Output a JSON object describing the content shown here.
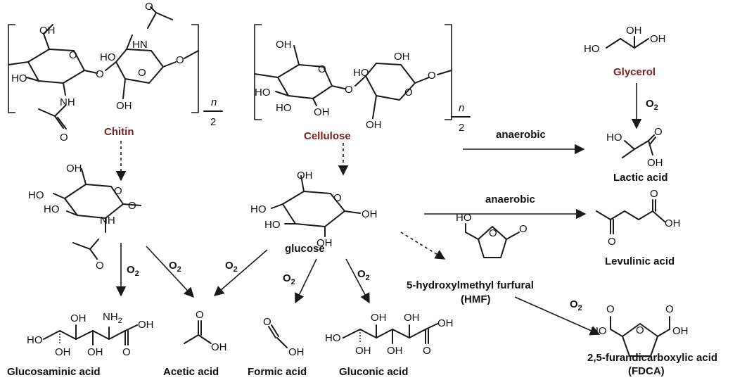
{
  "atoms": {
    "oh": "OH",
    "ho": "HO",
    "o": "O",
    "nh": "NH",
    "hn": "HN",
    "n": "n",
    "two": "2",
    "nh2_n": "NH",
    "nh2_sub": "2"
  },
  "compounds": {
    "chitin": "Chitin",
    "cellulose": "Cellulose",
    "glycerol": "Glycerol",
    "lactic": "Lactic acid",
    "levulinic": "Levulinic acid",
    "glucose": "glucose",
    "hmf_line1": "5-hydroxylmethyl furfural",
    "hmf_line2": "(HMF)",
    "fdca_line1": "2,5-furandicarboxylic acid",
    "fdca_line2": "(FDCA)",
    "glucosaminic": "Glucosaminic acid",
    "acetic": "Acetic acid",
    "formic": "Formic acid",
    "gluconic": "Gluconic acid"
  },
  "conditions": {
    "anaerobic_1": "anaerobic",
    "anaerobic_2": "anaerobic",
    "o2_main": "O",
    "o2_sub": "2"
  }
}
